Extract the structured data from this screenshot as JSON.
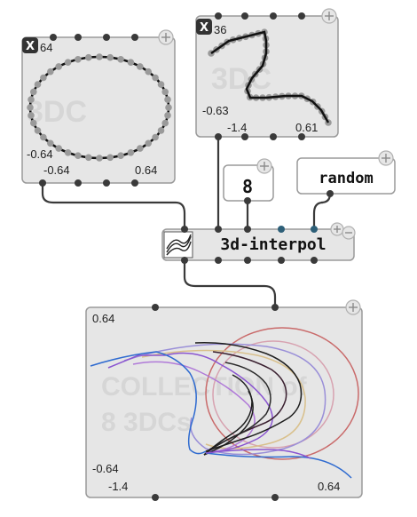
{
  "nodes": {
    "circle_3dc": {
      "close_label": "X",
      "ymax": "64",
      "watermark": "3DC",
      "ymin": "-0.64",
      "xmin": "-0.64",
      "xmax": "0.64"
    },
    "path_3dc": {
      "close_label": "X",
      "ymax": "36",
      "watermark": "3DC",
      "ymin": "-0.63",
      "xmin": "-1.4",
      "xmax": "0.61"
    },
    "number_box": {
      "value": "8"
    },
    "random_box": {
      "label": "random"
    },
    "interpol": {
      "label": "3d-interpol"
    },
    "collection": {
      "ymax": "0.64",
      "watermark_line1": "COLLECTION of",
      "watermark_line2": "8 3DCs",
      "ymin": "-0.64",
      "xmin": "-1.4",
      "xmax": "0.64"
    }
  },
  "colors": {
    "node_bg": "#e6e6e6",
    "node_border": "#9a9a9a",
    "cable": "#3a3a3a",
    "active_inlet": "#2d5f78",
    "curve_dots": "#9a9a9a"
  },
  "icons": {
    "close": "close-x-icon",
    "add": "plus-icon",
    "remove": "minus-icon",
    "interpolation": "interpolation-curves-icon"
  }
}
